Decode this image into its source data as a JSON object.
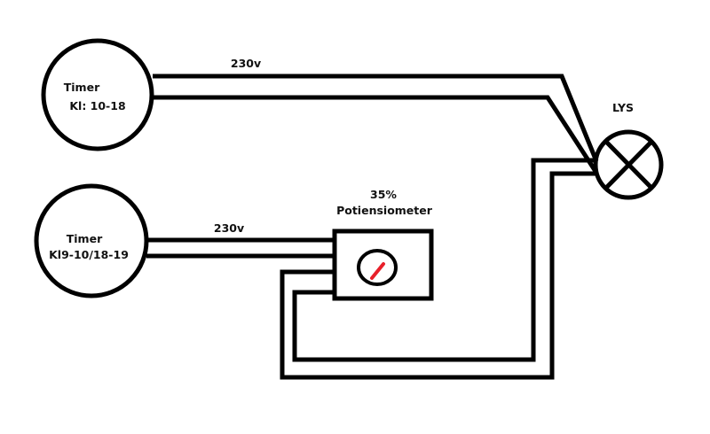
{
  "timer_top": {
    "title": "Timer",
    "hours": "Kl: 10-18"
  },
  "timer_bottom": {
    "title": "Timer",
    "hours": "Kl9-10/18-19"
  },
  "voltage_top": "230v",
  "voltage_bottom": "230v",
  "potentiometer": {
    "percent_label": "35%",
    "name": "Potiensiometer",
    "setting_percent": 35
  },
  "lamp": {
    "label": "LYS"
  },
  "colors": {
    "wire": "#000000",
    "needle": "#e8202a",
    "background": "#ffffff"
  }
}
